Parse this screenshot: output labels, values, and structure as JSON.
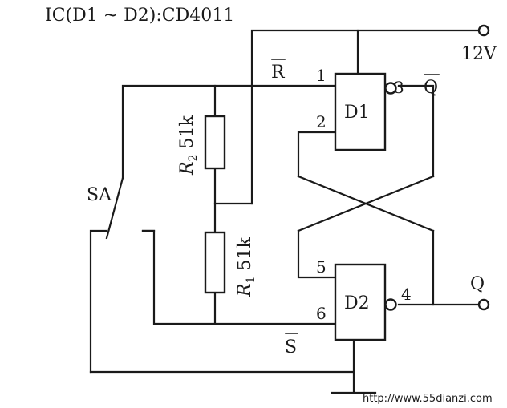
{
  "title": "IC(D1 ~ D2):CD4011",
  "supply": "12V",
  "switch_label": "SA",
  "resistors": {
    "r2": {
      "name": "R",
      "sub": "2",
      "value": " 51k"
    },
    "r1": {
      "name": "R",
      "sub": "1",
      "value": " 51k"
    }
  },
  "gates": {
    "d1": "D1",
    "d2": "D2"
  },
  "pins": {
    "p1": "1",
    "p2": "2",
    "p3": "3",
    "p4": "4",
    "p5": "5",
    "p6": "6"
  },
  "signals": {
    "r_bar": "R",
    "q_bar": "Q",
    "s_bar": "S",
    "q": "Q"
  },
  "watermark": "http://www.55dianzi.com"
}
